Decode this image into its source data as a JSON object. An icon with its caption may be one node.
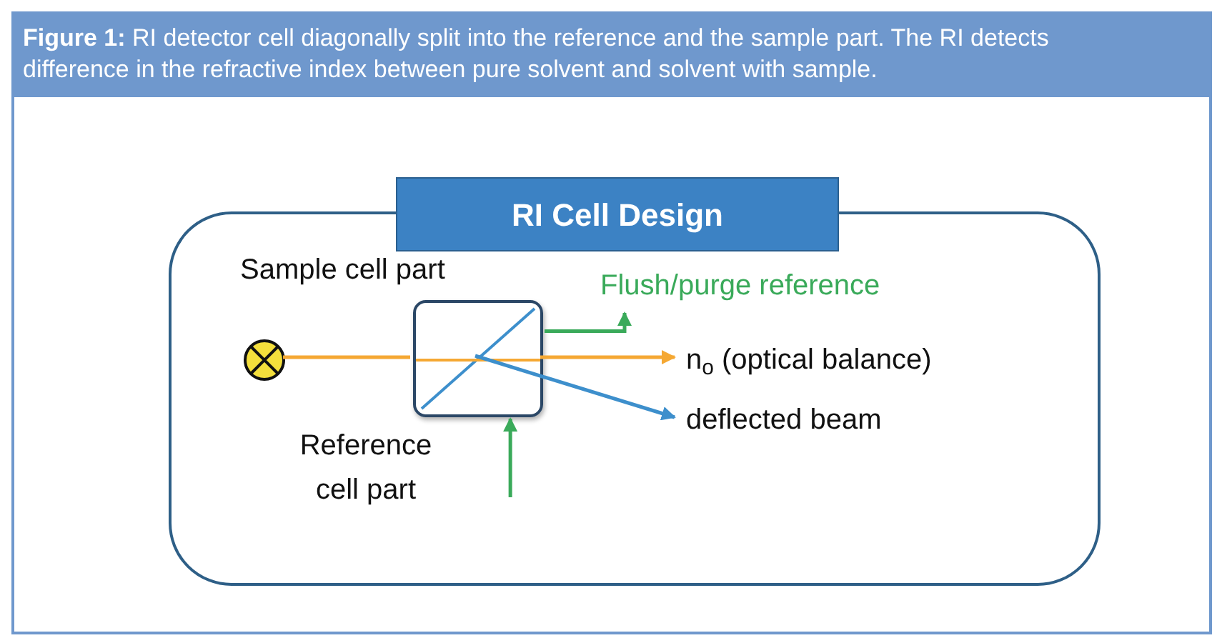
{
  "diagram": {
    "title": "**Figure 1:** RI detector cell diagonally split into the reference and the sample part. The RI detects difference in the refractive index between pure solvent and solvent with sample.",
    "nodes": [
      {
        "text": [
          "RI Cell Design"
        ]
      },
      {
        "text": [],
        "shape": "circle",
        "in": 0
      },
      {
        "text": [],
        "shape": "box",
        "in": 0,
        "beside": [
          "Sample cell part",
          "Reference cell part"
        ]
      },
      {
        "text": [
          "n$_{o}$ (optical balance)"
        ],
        "in": 0
      },
      {
        "text": [
          "deflected beam"
        ],
        "in": 0
      },
      {
        "text": [
          "Flush/purge reference"
        ],
        "in": 0
      }
    ],
    "edges": [
      {
        "from": 1,
        "to": 2,
        "arrow": "none",
        "color": "#f5a833"
      },
      {
        "from": 2,
        "to": 3,
        "arrow": "to",
        "color": "#f5a833"
      },
      {
        "from": 2,
        "to": 4,
        "arrow": "to",
        "color": "#3d8fcc"
      },
      {
        "from": 2,
        "to": 5,
        "arrow": "to",
        "color": "#3aaa5a"
      },
      {
        "from": null,
        "to": 2,
        "arrow": "to",
        "color": "#3aaa5a"
      }
    ]
  }
}
